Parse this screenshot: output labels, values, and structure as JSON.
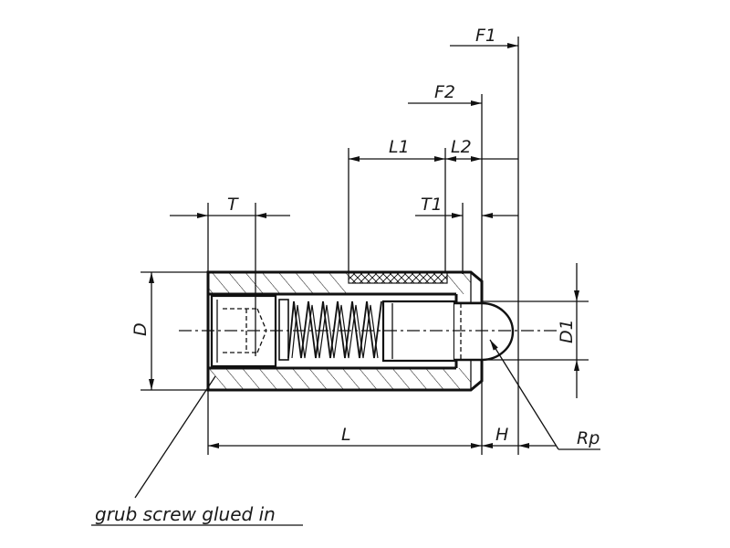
{
  "labels": {
    "F1": "F1",
    "F2": "F2",
    "L1": "L1",
    "L2": "L2",
    "T": "T",
    "T1": "T1",
    "D": "D",
    "D1": "D1",
    "L": "L",
    "H": "H",
    "Rp": "Rp"
  },
  "note": "grub screw glued in",
  "colors": {
    "ink": "#111111",
    "background": "#ffffff"
  }
}
